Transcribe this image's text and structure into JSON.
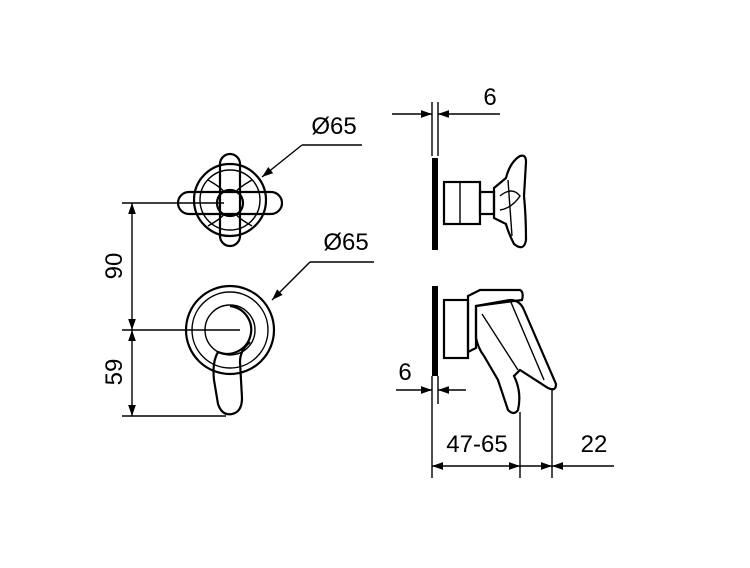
{
  "drawing": {
    "dimensions": {
      "front_valve_diameter": "Ø65",
      "front_mixer_diameter": "Ø65",
      "vertical_spacing": "90",
      "lower_offset": "59",
      "top_plate_thickness": "6",
      "bottom_plate_thickness": "6",
      "depth_range": "47-65",
      "lever_projection": "22"
    }
  }
}
